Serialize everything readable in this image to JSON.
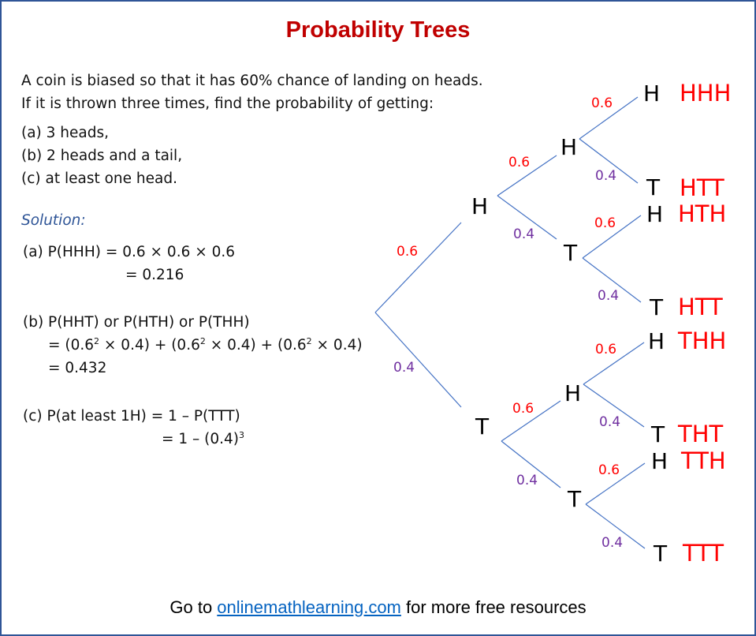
{
  "title": "Probability Trees",
  "problem": {
    "line1": "A coin is biased so that it has 60% chance of landing on heads.",
    "line2": "If it is thrown three times, find the probability of getting:",
    "parts": [
      "(a) 3 heads,",
      "(b) 2 heads and a tail,",
      "(c) at least one head."
    ]
  },
  "solution": {
    "label": "Solution:",
    "a": {
      "line1": "(a)  P(HHH) = 0.6 × 0.6 × 0.6",
      "line2": "= 0.216"
    },
    "b": {
      "line1": "(b) P(HHT) or P(HTH) or P(THH)",
      "term_open": "= (0.6",
      "exp": "2",
      "term_rest": " × 0.4)",
      "plus": " + (0.6",
      "line3": "= 0.432"
    },
    "c": {
      "line1": "(c) P(at least 1H) = 1 – P(TTT)",
      "line2_base": "= 1 – (0.4)",
      "line2_exp": "3"
    }
  },
  "tree": {
    "colors": {
      "branch": "#4472C4",
      "p_heads": "#FF0000",
      "p_tails": "#7030A0",
      "outcome": "#FF0000",
      "node": "#000000"
    },
    "p_heads": "0.6",
    "p_tails": "0.4",
    "level1": [
      {
        "label": "H"
      },
      {
        "label": "T"
      }
    ],
    "level2": [
      {
        "label": "H"
      },
      {
        "label": "T"
      },
      {
        "label": "H"
      },
      {
        "label": "T"
      }
    ],
    "level3": [
      {
        "label": "H",
        "outcome": "HHH"
      },
      {
        "label": "T",
        "outcome": "HTT"
      },
      {
        "label": "H",
        "outcome": "HTH"
      },
      {
        "label": "T",
        "outcome": "HTT"
      },
      {
        "label": "H",
        "outcome": "THH"
      },
      {
        "label": "T",
        "outcome": "THT"
      },
      {
        "label": "H",
        "outcome": "TTH"
      },
      {
        "label": "T",
        "outcome": "TTT"
      }
    ]
  },
  "footer": {
    "prefix": "Go to ",
    "link": "onlinemathlearning.com",
    "suffix": " for more free resources"
  }
}
